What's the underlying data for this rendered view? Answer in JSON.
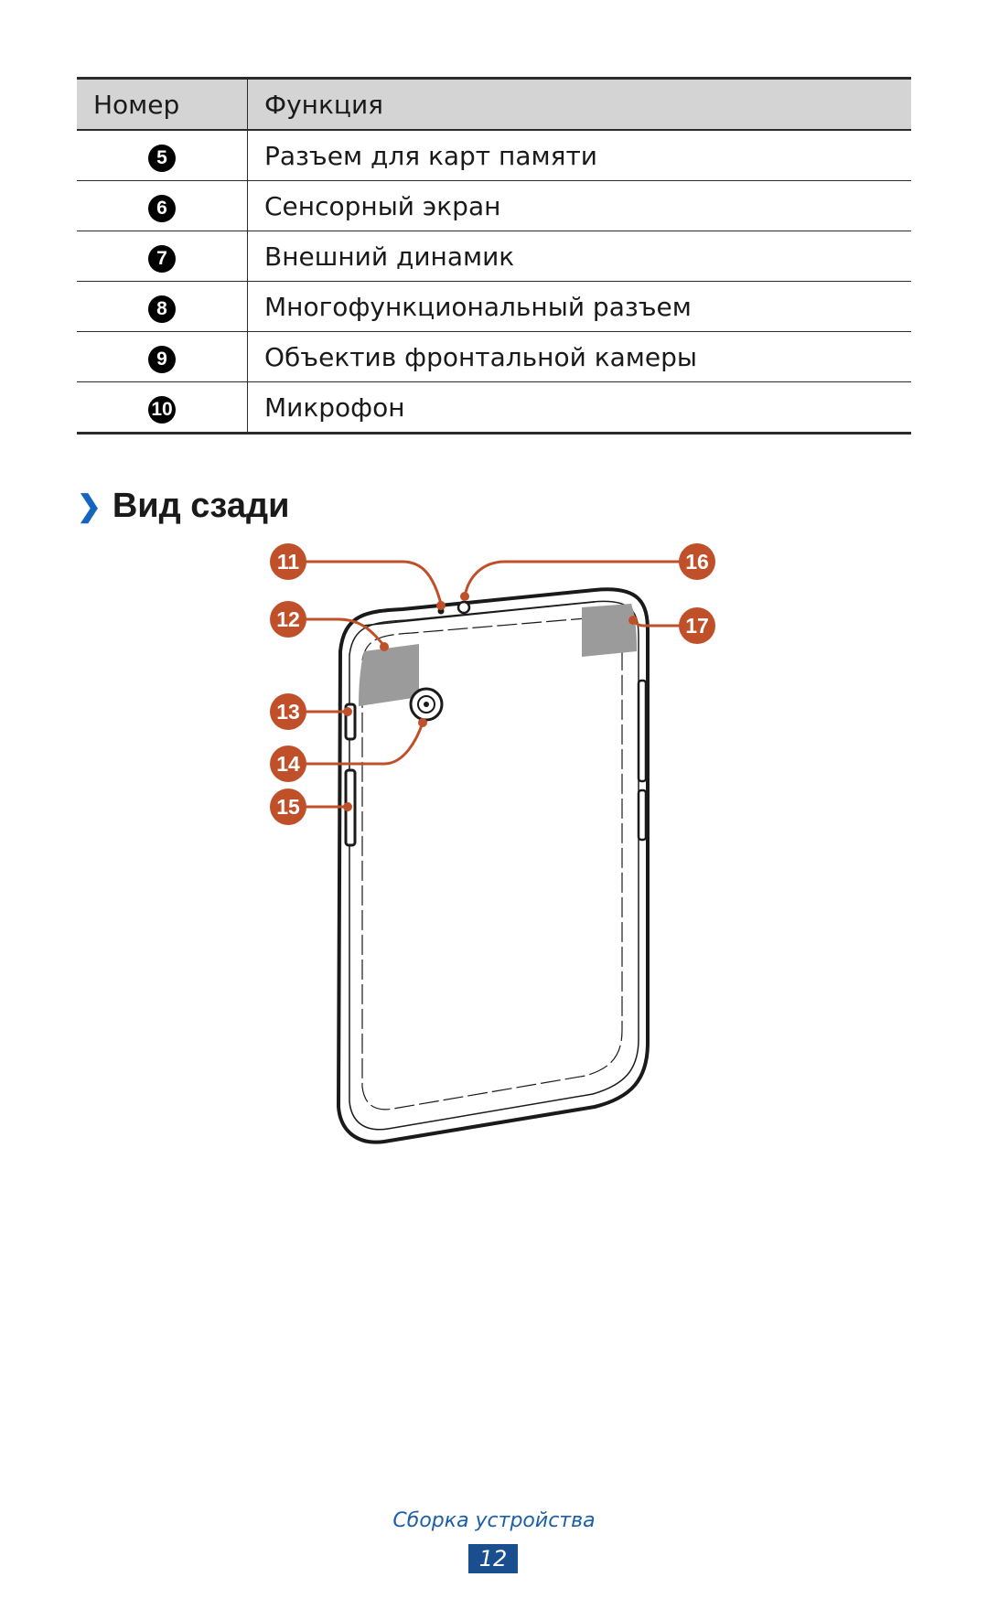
{
  "table": {
    "headers": {
      "number": "Номер",
      "function": "Функция"
    },
    "rows": [
      {
        "number": "5",
        "function": "Разъем для карт памяти"
      },
      {
        "number": "6",
        "function": "Сенсорный экран"
      },
      {
        "number": "7",
        "function": "Внешний динамик"
      },
      {
        "number": "8",
        "function": "Многофункциональный разъем"
      },
      {
        "number": "9",
        "function": "Объектив фронтальной камеры"
      },
      {
        "number": "10",
        "function": "Микрофон"
      }
    ]
  },
  "section": {
    "chevron_icon": "chevron-right-icon",
    "title": "Вид сзади"
  },
  "diagram": {
    "callouts": [
      "11",
      "12",
      "13",
      "14",
      "15",
      "16",
      "17"
    ],
    "callout_color": "#c0502a"
  },
  "footer": {
    "section_name": "Сборка устройства",
    "page_number": "12"
  }
}
